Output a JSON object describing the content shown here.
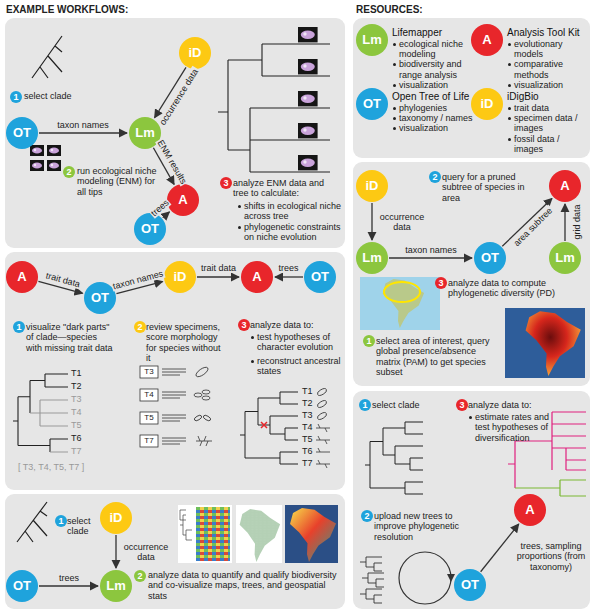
{
  "diagram": {
    "nodes": [
      {
        "text": [
          "select clade",
          "run ecological niche modeling (ENM) for all tips",
          "analyze ENM data and tree to calculate:",
          "shifts in ecological niche across tree",
          "phylogenetic constraints on niche evolution"
        ]
      },
      {
        "text": [
          "OT"
        ],
        "in": 0
      },
      {
        "text": [
          "iD"
        ],
        "in": 0
      },
      {
        "text": [
          "Lm"
        ],
        "in": 0
      },
      {
        "text": [
          "A"
        ],
        "in": 0
      },
      {
        "text": [
          "OT"
        ],
        "in": 0
      },
      {
        "text": [
          "visualize \"dark parts\" of clade—species with missing trait data",
          "review specimens, score morphology for species without it",
          "analyze data to:",
          "test hypotheses of character evolution",
          "reconstruct ancestral states"
        ]
      },
      {
        "text": [
          "A"
        ],
        "in": 6
      },
      {
        "text": [
          "OT"
        ],
        "in": 6
      },
      {
        "text": [
          "iD"
        ],
        "in": 6
      },
      {
        "text": [
          "A"
        ],
        "in": 6
      },
      {
        "text": [
          "OT"
        ],
        "in": 6
      },
      {
        "text": [
          "select clade",
          "analyze data to quantify and qualify biodiversity and co-visualize maps, trees, and geospatial stats"
        ]
      },
      {
        "text": [
          "iD"
        ],
        "in": 12
      },
      {
        "text": [
          "OT"
        ],
        "in": 12
      },
      {
        "text": [
          "Lm"
        ],
        "in": 12
      },
      {
        "text": [
          "RESOURCES:"
        ]
      },
      {
        "text": [
          "Lm",
          "Lifemapper",
          "ecological niche modeling",
          "biodiversity and range analysis",
          "visualization"
        ],
        "in": 16
      },
      {
        "text": [
          "A",
          "Analysis Tool Kit",
          "evolutionary models",
          "comparative methods",
          "visualization"
        ],
        "in": 16
      },
      {
        "text": [
          "OT",
          "Open Tree of Life",
          "phylogenies",
          "taxonomy / names",
          "visualization"
        ],
        "in": 16
      },
      {
        "text": [
          "iD",
          "iDigBio",
          "trait data",
          "specimen data / images",
          "fossil data / images"
        ],
        "in": 16
      },
      {
        "text": [
          "query for a pruned subtree of species in area",
          "analyze data to compute phylogenetic diversity (PD)",
          "select area of interest, query global presence/absence matrix (PAM) to get species subset"
        ]
      },
      {
        "text": [
          "iD"
        ],
        "in": 21
      },
      {
        "text": [
          "Lm"
        ],
        "in": 21
      },
      {
        "text": [
          "OT"
        ],
        "in": 21
      },
      {
        "text": [
          "A"
        ],
        "in": 21
      },
      {
        "text": [
          "Lm"
        ],
        "in": 21
      },
      {
        "text": [
          "select clade",
          "analyze data to:",
          "estimate rates and test hypotheses of diversification",
          "upload new trees to improve phylogenetic resolution"
        ]
      },
      {
        "text": [
          "A"
        ],
        "in": 27
      },
      {
        "text": [
          "OT"
        ],
        "in": 27
      }
    ],
    "edges": [
      {
        "from": 1,
        "to": 3,
        "arrow": "to",
        "label": "taxon names"
      },
      {
        "from": 2,
        "to": 3,
        "arrow": "to",
        "label": "occurrence data"
      },
      {
        "from": 3,
        "to": 4,
        "arrow": "to",
        "label": "ENM results"
      },
      {
        "from": 5,
        "to": 4,
        "arrow": "to",
        "label": "trees"
      },
      {
        "from": 7,
        "to": 8,
        "arrow": "to",
        "label": "trait data"
      },
      {
        "from": 8,
        "to": 9,
        "arrow": "to",
        "label": "taxon names"
      },
      {
        "from": 9,
        "to": 10,
        "arrow": "to",
        "label": "trait data"
      },
      {
        "from": 11,
        "to": 10,
        "arrow": "to",
        "label": "trees"
      },
      {
        "from": 14,
        "to": 15,
        "arrow": "to",
        "label": "trees"
      },
      {
        "from": 13,
        "to": 15,
        "arrow": "to",
        "label": "occurrence data"
      },
      {
        "from": 22,
        "to": 23,
        "arrow": "to",
        "label": "occurrence data"
      },
      {
        "from": 23,
        "to": 24,
        "arrow": "to",
        "label": "taxon names"
      },
      {
        "from": 24,
        "to": 25,
        "arrow": "to",
        "label": "area subtree"
      },
      {
        "from": 26,
        "to": 25,
        "arrow": "to",
        "label": "grid data"
      },
      {
        "from": 29,
        "to": 28,
        "arrow": "to",
        "label": "trees, sampling proportions (from taxonomy)"
      }
    ],
    "labels": [
      "EXAMPLE WORKFLOWS:",
      "1",
      "2",
      "3",
      "1",
      "2",
      "3",
      "T1",
      "T2",
      "T3",
      "T4",
      "T5",
      "T6",
      "T7",
      "[ T3, T4, T5, T7 ]",
      "T3",
      "T4",
      "T5",
      "T7",
      "T1",
      "T2",
      "T3",
      "T4",
      "T5",
      "T6",
      "T7",
      "1",
      "2",
      "2",
      "3",
      "1",
      "1",
      "3",
      "2"
    ]
  }
}
